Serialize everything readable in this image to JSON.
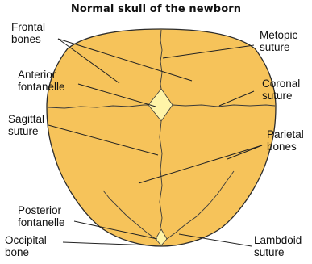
{
  "title": "Normal skull of the newborn",
  "colors": {
    "bone_fill": "#f6c35a",
    "fontanelle_fill": "#fff4a8",
    "outline": "#2b2b2b",
    "suture": "#3a3a3a",
    "leader_line": "#222222"
  },
  "labels": {
    "frontal_bones": "Frontal\nbones",
    "anterior_fontanelle": "Anterior\nfontanelle",
    "sagittal_suture": "Sagittal\nsuture",
    "posterior_fontanelle": "Posterior\nfontanelle",
    "occipital_bone": "Occipital\nbone",
    "metopic_suture": "Metopic\nsuture",
    "coronal_suture": "Coronal\nsuture",
    "parietal_bones": "Parietal\nbones",
    "lambdoid_suture": "Lambdoid\nsuture"
  }
}
